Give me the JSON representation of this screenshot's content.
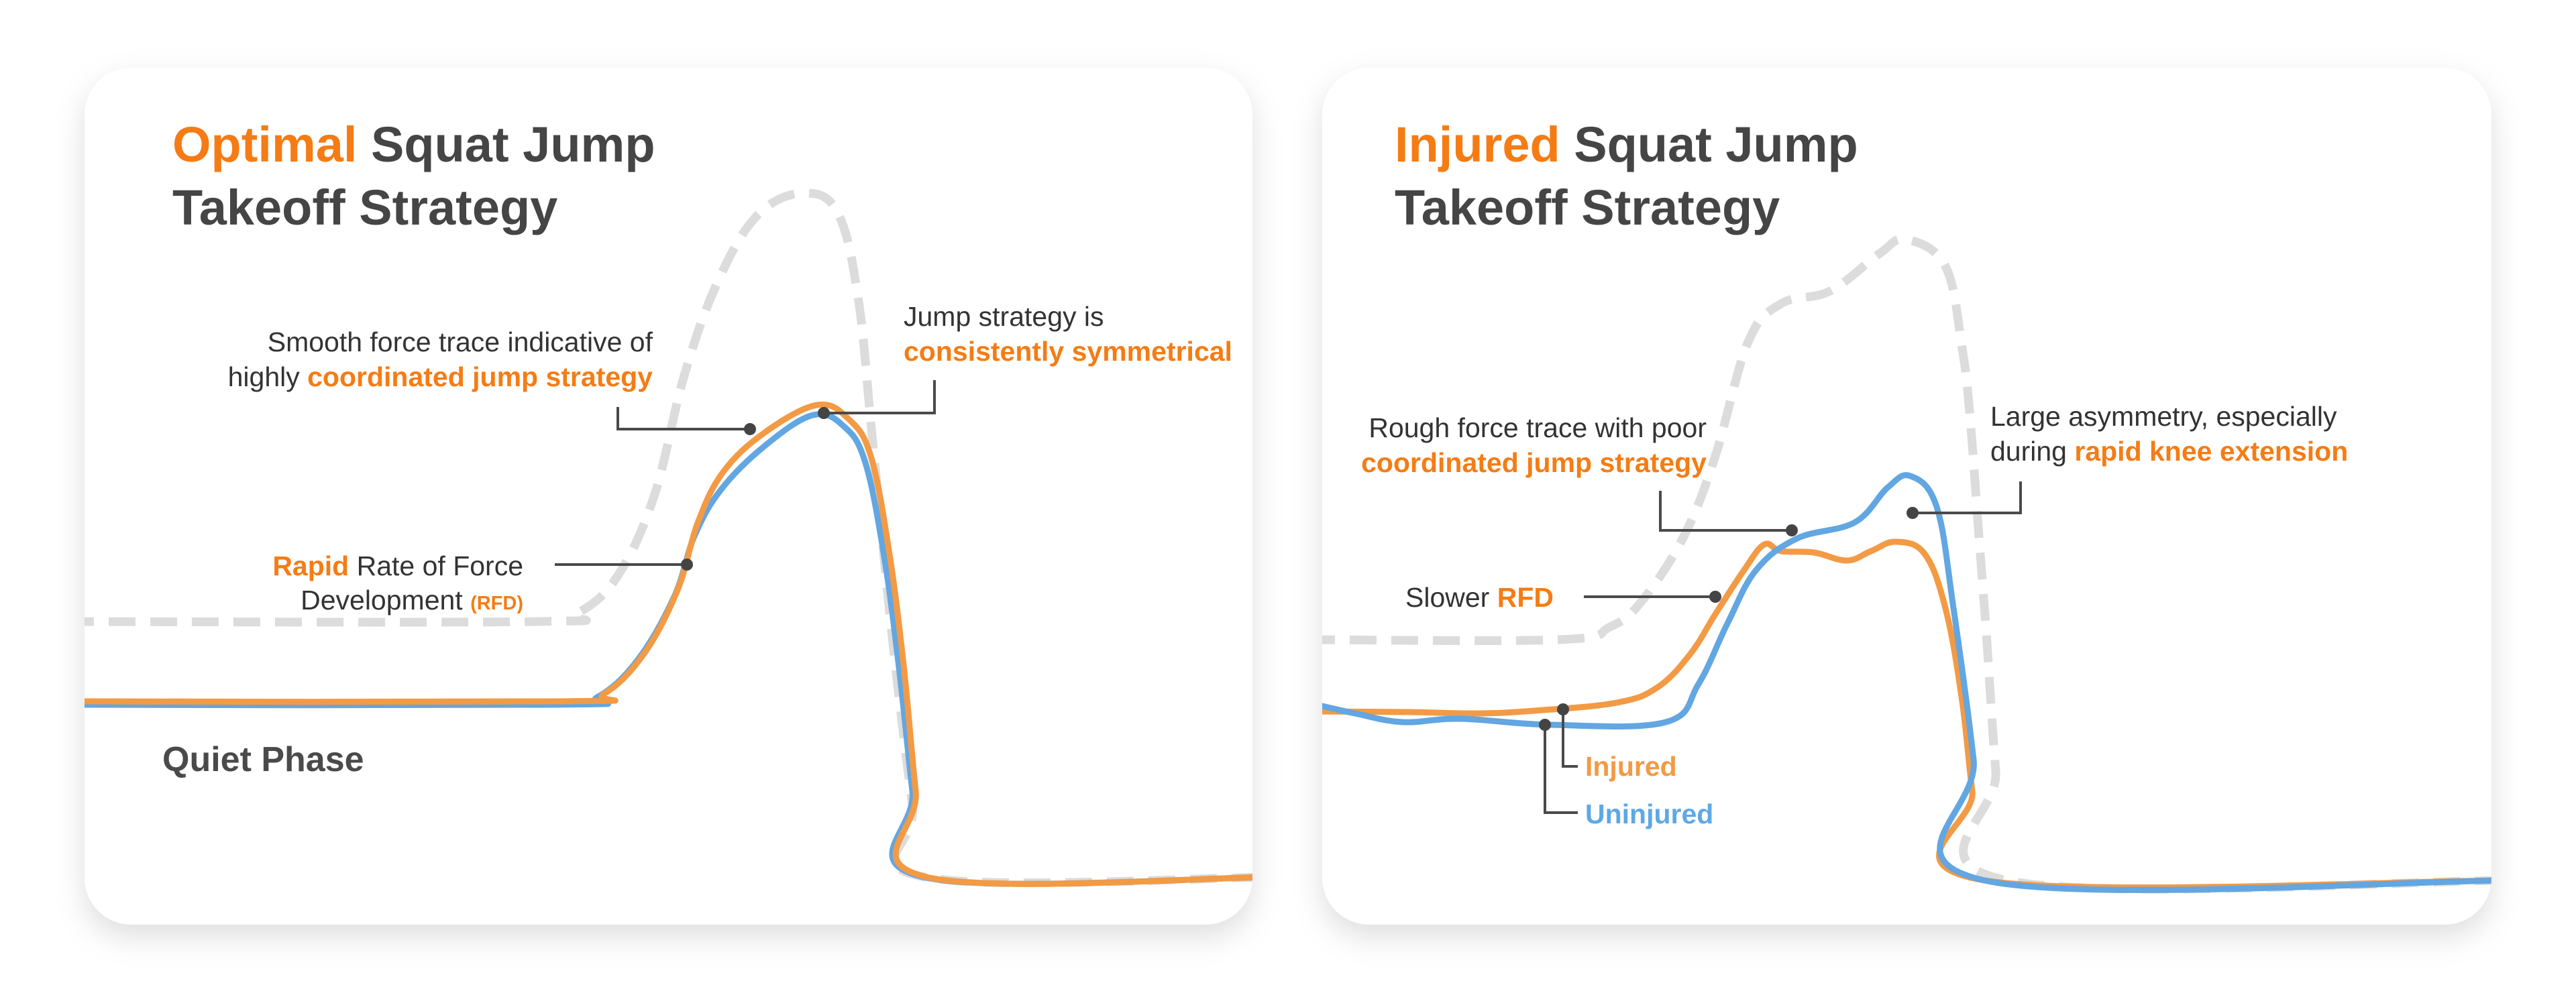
{
  "colors": {
    "accent": "#f57c14",
    "injured": "#f39a45",
    "uninjured": "#62a6e2",
    "reference": "#dcdcdc"
  },
  "optimal": {
    "title_accent": "Optimal",
    "title_rest": " Squat Jump",
    "title_line2": "Takeoff Strategy",
    "smooth_line1": "Smooth force trace indicative of",
    "smooth_line2_plain": "highly ",
    "smooth_line2_accent": "coordinated jump strategy",
    "sym_line1": "Jump strategy is",
    "sym_line2_accent": "consistently symmetrical",
    "rfd_accent": "Rapid",
    "rfd_line1_rest": " Rate of Force",
    "rfd_line2": "Development ",
    "rfd_abbr": "(RFD)",
    "quiet_phase": "Quiet Phase"
  },
  "injured": {
    "title_accent": "Injured",
    "title_rest": " Squat Jump",
    "title_line2": "Takeoff Strategy",
    "rough_line1": "Rough force trace with poor",
    "rough_line2_accent": "coordinated jump strategy",
    "asym_line1": "Large asymmetry, especially",
    "asym_line2_plain": "during ",
    "asym_line2_accent": "rapid knee extension",
    "slower_plain": "Slower ",
    "slower_accent": "RFD",
    "legend_injured": "Injured",
    "legend_uninjured": "Uninjured"
  }
}
